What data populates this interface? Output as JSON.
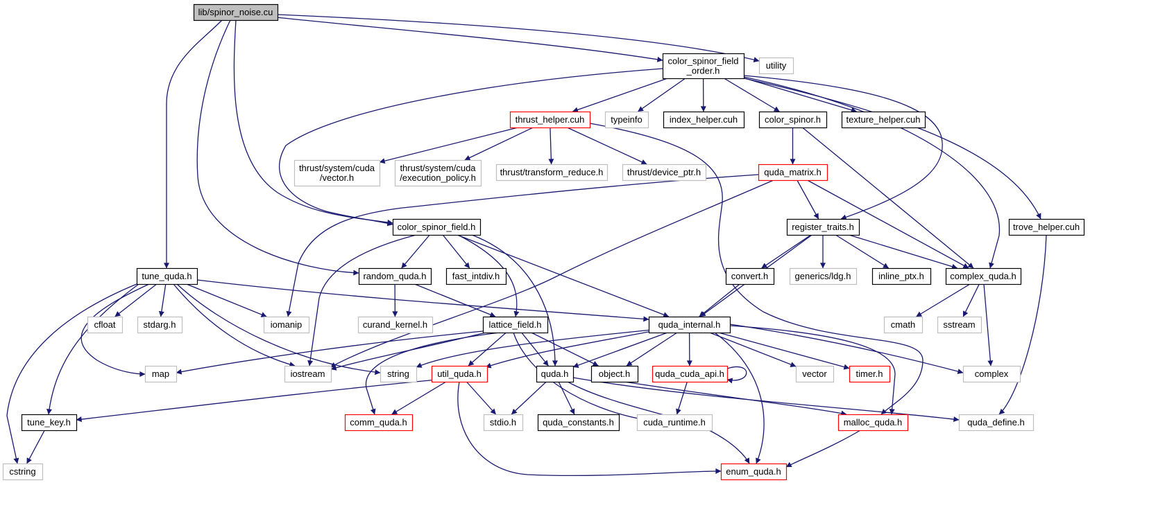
{
  "diagram": {
    "type": "include-dependency-graph",
    "colors": {
      "edge": "#191970",
      "root_fill": "#bfbfbf",
      "normal_border": "#000000",
      "external_border": "#bfbfbf",
      "truncated_border": "#ff0000"
    },
    "nodes": [
      {
        "id": "spinor_noise",
        "label": "lib/spinor_noise.cu",
        "style": "root"
      },
      {
        "id": "utility",
        "label": "utility",
        "style": "external"
      },
      {
        "id": "csfo",
        "label": "color_spinor_field\n_order.h",
        "style": "normal"
      },
      {
        "id": "thrust_helper",
        "label": "thrust_helper.cuh",
        "style": "truncated"
      },
      {
        "id": "typeinfo",
        "label": "typeinfo",
        "style": "external"
      },
      {
        "id": "index_helper",
        "label": "index_helper.cuh",
        "style": "normal"
      },
      {
        "id": "color_spinor",
        "label": "color_spinor.h",
        "style": "normal"
      },
      {
        "id": "texture_helper",
        "label": "texture_helper.cuh",
        "style": "normal"
      },
      {
        "id": "thrust_vector",
        "label": "thrust/system/cuda\n/vector.h",
        "style": "external"
      },
      {
        "id": "thrust_exec",
        "label": "thrust/system/cuda\n/execution_policy.h",
        "style": "external"
      },
      {
        "id": "thrust_tr",
        "label": "thrust/transform_reduce.h",
        "style": "external"
      },
      {
        "id": "thrust_dp",
        "label": "thrust/device_ptr.h",
        "style": "external"
      },
      {
        "id": "quda_matrix",
        "label": "quda_matrix.h",
        "style": "truncated"
      },
      {
        "id": "csf",
        "label": "color_spinor_field.h",
        "style": "normal"
      },
      {
        "id": "register_traits",
        "label": "register_traits.h",
        "style": "normal"
      },
      {
        "id": "trove_helper",
        "label": "trove_helper.cuh",
        "style": "normal"
      },
      {
        "id": "tune_quda",
        "label": "tune_quda.h",
        "style": "normal"
      },
      {
        "id": "random_quda",
        "label": "random_quda.h",
        "style": "normal"
      },
      {
        "id": "fast_intdiv",
        "label": "fast_intdiv.h",
        "style": "normal"
      },
      {
        "id": "convert",
        "label": "convert.h",
        "style": "normal"
      },
      {
        "id": "generics_ldg",
        "label": "generics/ldg.h",
        "style": "external"
      },
      {
        "id": "inline_ptx",
        "label": "inline_ptx.h",
        "style": "normal"
      },
      {
        "id": "complex_quda",
        "label": "complex_quda.h",
        "style": "normal"
      },
      {
        "id": "cfloat",
        "label": "cfloat",
        "style": "external"
      },
      {
        "id": "stdarg",
        "label": "stdarg.h",
        "style": "external"
      },
      {
        "id": "iomanip",
        "label": "iomanip",
        "style": "external"
      },
      {
        "id": "curand_kernel",
        "label": "curand_kernel.h",
        "style": "external"
      },
      {
        "id": "lattice_field",
        "label": "lattice_field.h",
        "style": "normal"
      },
      {
        "id": "quda_internal",
        "label": "quda_internal.h",
        "style": "normal"
      },
      {
        "id": "cmath",
        "label": "cmath",
        "style": "external"
      },
      {
        "id": "sstream",
        "label": "sstream",
        "style": "external"
      },
      {
        "id": "map",
        "label": "map",
        "style": "external"
      },
      {
        "id": "iostream",
        "label": "iostream",
        "style": "external"
      },
      {
        "id": "string",
        "label": "string",
        "style": "external"
      },
      {
        "id": "util_quda",
        "label": "util_quda.h",
        "style": "truncated"
      },
      {
        "id": "quda_h",
        "label": "quda.h",
        "style": "normal"
      },
      {
        "id": "object_h",
        "label": "object.h",
        "style": "normal"
      },
      {
        "id": "quda_cuda_api",
        "label": "quda_cuda_api.h",
        "style": "truncated"
      },
      {
        "id": "vector",
        "label": "vector",
        "style": "external"
      },
      {
        "id": "timer",
        "label": "timer.h",
        "style": "truncated"
      },
      {
        "id": "complex",
        "label": "complex",
        "style": "external"
      },
      {
        "id": "tune_key",
        "label": "tune_key.h",
        "style": "normal"
      },
      {
        "id": "comm_quda",
        "label": "comm_quda.h",
        "style": "truncated"
      },
      {
        "id": "stdio",
        "label": "stdio.h",
        "style": "external"
      },
      {
        "id": "quda_constants",
        "label": "quda_constants.h",
        "style": "normal"
      },
      {
        "id": "cuda_runtime",
        "label": "cuda_runtime.h",
        "style": "external"
      },
      {
        "id": "malloc_quda",
        "label": "malloc_quda.h",
        "style": "truncated"
      },
      {
        "id": "quda_define",
        "label": "quda_define.h",
        "style": "external"
      },
      {
        "id": "cstring",
        "label": "cstring",
        "style": "external"
      },
      {
        "id": "enum_quda",
        "label": "enum_quda.h",
        "style": "truncated"
      }
    ],
    "edges": [
      {
        "from": "spinor_noise",
        "to": "utility"
      },
      {
        "from": "spinor_noise",
        "to": "csfo"
      },
      {
        "from": "spinor_noise",
        "to": "tune_quda"
      },
      {
        "from": "spinor_noise",
        "to": "random_quda"
      },
      {
        "from": "spinor_noise",
        "to": "csf"
      },
      {
        "from": "csfo",
        "to": "thrust_helper"
      },
      {
        "from": "csfo",
        "to": "typeinfo"
      },
      {
        "from": "csfo",
        "to": "index_helper"
      },
      {
        "from": "csfo",
        "to": "color_spinor"
      },
      {
        "from": "csfo",
        "to": "texture_helper"
      },
      {
        "from": "csfo",
        "to": "csf"
      },
      {
        "from": "csfo",
        "to": "register_traits"
      },
      {
        "from": "csfo",
        "to": "complex_quda"
      },
      {
        "from": "csfo",
        "to": "trove_helper"
      },
      {
        "from": "thrust_helper",
        "to": "thrust_vector"
      },
      {
        "from": "thrust_helper",
        "to": "thrust_exec"
      },
      {
        "from": "thrust_helper",
        "to": "thrust_tr"
      },
      {
        "from": "thrust_helper",
        "to": "thrust_dp"
      },
      {
        "from": "thrust_helper",
        "to": "malloc_quda"
      },
      {
        "from": "color_spinor",
        "to": "quda_matrix"
      },
      {
        "from": "color_spinor",
        "to": "complex_quda"
      },
      {
        "from": "quda_matrix",
        "to": "register_traits"
      },
      {
        "from": "quda_matrix",
        "to": "complex_quda"
      },
      {
        "from": "quda_matrix",
        "to": "iomanip"
      },
      {
        "from": "quda_matrix",
        "to": "iostream"
      },
      {
        "from": "trove_helper",
        "to": "quda_define"
      },
      {
        "from": "register_traits",
        "to": "convert"
      },
      {
        "from": "register_traits",
        "to": "generics_ldg"
      },
      {
        "from": "register_traits",
        "to": "inline_ptx"
      },
      {
        "from": "register_traits",
        "to": "complex_quda"
      },
      {
        "from": "register_traits",
        "to": "quda_internal"
      },
      {
        "from": "convert",
        "to": "quda_internal"
      },
      {
        "from": "complex_quda",
        "to": "cmath"
      },
      {
        "from": "complex_quda",
        "to": "sstream"
      },
      {
        "from": "complex_quda",
        "to": "complex"
      },
      {
        "from": "csf",
        "to": "random_quda"
      },
      {
        "from": "csf",
        "to": "fast_intdiv"
      },
      {
        "from": "csf",
        "to": "lattice_field"
      },
      {
        "from": "csf",
        "to": "quda_internal"
      },
      {
        "from": "csf",
        "to": "quda_h"
      },
      {
        "from": "csf",
        "to": "iostream"
      },
      {
        "from": "random_quda",
        "to": "curand_kernel"
      },
      {
        "from": "random_quda",
        "to": "lattice_field"
      },
      {
        "from": "tune_quda",
        "to": "cfloat"
      },
      {
        "from": "tune_quda",
        "to": "stdarg"
      },
      {
        "from": "tune_quda",
        "to": "iomanip"
      },
      {
        "from": "tune_quda",
        "to": "map"
      },
      {
        "from": "tune_quda",
        "to": "iostream"
      },
      {
        "from": "tune_quda",
        "to": "string"
      },
      {
        "from": "tune_quda",
        "to": "tune_key"
      },
      {
        "from": "tune_quda",
        "to": "cstring"
      },
      {
        "from": "tune_quda",
        "to": "quda_internal"
      },
      {
        "from": "lattice_field",
        "to": "map"
      },
      {
        "from": "lattice_field",
        "to": "iostream"
      },
      {
        "from": "lattice_field",
        "to": "comm_quda"
      },
      {
        "from": "lattice_field",
        "to": "util_quda"
      },
      {
        "from": "lattice_field",
        "to": "quda_h"
      },
      {
        "from": "lattice_field",
        "to": "object_h"
      },
      {
        "from": "lattice_field",
        "to": "cuda_runtime"
      },
      {
        "from": "quda_internal",
        "to": "string"
      },
      {
        "from": "quda_internal",
        "to": "util_quda"
      },
      {
        "from": "quda_internal",
        "to": "quda_h"
      },
      {
        "from": "quda_internal",
        "to": "object_h"
      },
      {
        "from": "quda_internal",
        "to": "quda_cuda_api"
      },
      {
        "from": "quda_internal",
        "to": "vector"
      },
      {
        "from": "quda_internal",
        "to": "timer"
      },
      {
        "from": "quda_internal",
        "to": "complex"
      },
      {
        "from": "quda_internal",
        "to": "malloc_quda"
      },
      {
        "from": "quda_internal",
        "to": "enum_quda"
      },
      {
        "from": "util_quda",
        "to": "tune_key"
      },
      {
        "from": "util_quda",
        "to": "comm_quda"
      },
      {
        "from": "util_quda",
        "to": "stdio"
      },
      {
        "from": "util_quda",
        "to": "enum_quda"
      },
      {
        "from": "quda_h",
        "to": "stdio"
      },
      {
        "from": "quda_h",
        "to": "quda_constants"
      },
      {
        "from": "quda_h",
        "to": "enum_quda"
      },
      {
        "from": "quda_h",
        "to": "quda_define"
      },
      {
        "from": "object_h",
        "to": "malloc_quda"
      },
      {
        "from": "quda_cuda_api",
        "to": "cuda_runtime"
      },
      {
        "from": "quda_cuda_api",
        "to": "quda_cuda_api"
      },
      {
        "from": "malloc_quda",
        "to": "enum_quda"
      },
      {
        "from": "tune_key",
        "to": "cstring"
      }
    ]
  }
}
